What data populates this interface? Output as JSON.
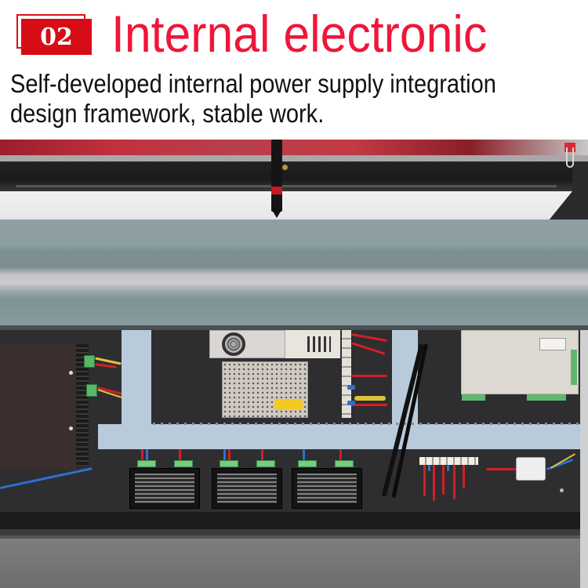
{
  "header": {
    "badge_number": "02",
    "title": "Internal electronic",
    "subtitle_lines": [
      "Self-developed internal power supply integration",
      "design framework, stable work."
    ]
  },
  "colors": {
    "badge_red": "#d60d16",
    "title_red": "#f0163a",
    "subtitle_text": "#111111",
    "background": "#ffffff"
  },
  "photo": {
    "subject": "laser cutting machine internal electrical cabinet",
    "components": [
      "laser-head",
      "gantry-rail",
      "cabinet-cover-panel",
      "laser-power-supply",
      "switching-power-supply",
      "main-controller-board",
      "stepper-drivers",
      "terminal-block",
      "emi-filter",
      "cable-trunking"
    ],
    "stepper_driver_count": 3
  }
}
